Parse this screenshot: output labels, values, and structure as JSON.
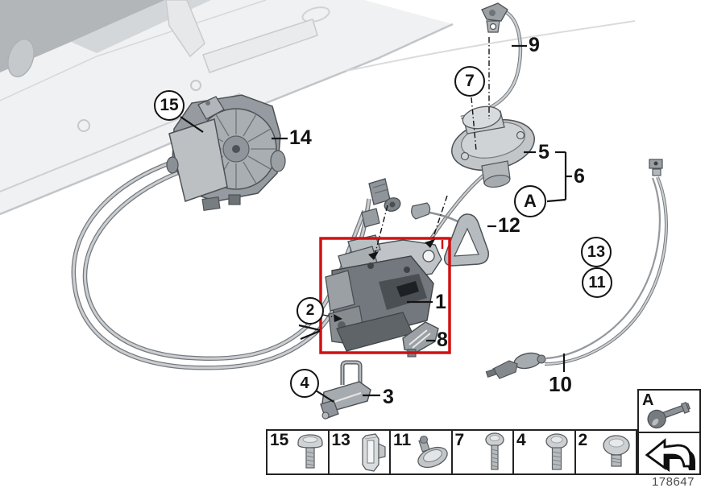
{
  "diagram": {
    "type": "exploded-parts-diagram",
    "doc_number": "178647",
    "colors": {
      "highlight_red": "#d01113",
      "label_black": "#141414"
    },
    "callouts": {
      "part1": "1",
      "part2": "2",
      "part3": "3",
      "part4": "4",
      "part5": "5",
      "part6": "6",
      "part7": "7",
      "part8": "8",
      "part9": "9",
      "part10": "10",
      "part11": "11",
      "part12": "12",
      "part13": "13",
      "part14": "14",
      "part15": "15",
      "key_ref": "A"
    },
    "legend": {
      "items": [
        {
          "number": "15",
          "icon": "dome-head-screw-icon"
        },
        {
          "number": "13",
          "icon": "spring-clip-icon"
        },
        {
          "number": "11",
          "icon": "oval-grommet-nut-icon"
        },
        {
          "number": "7",
          "icon": "pan-head-screw-icon"
        },
        {
          "number": "4",
          "icon": "button-head-screw-icon"
        },
        {
          "number": "2",
          "icon": "round-head-screw-icon"
        }
      ],
      "key_box_label": "A",
      "key_box_icon": "key-icon",
      "arrow_box_icon": "direction-arrow-icon"
    }
  }
}
